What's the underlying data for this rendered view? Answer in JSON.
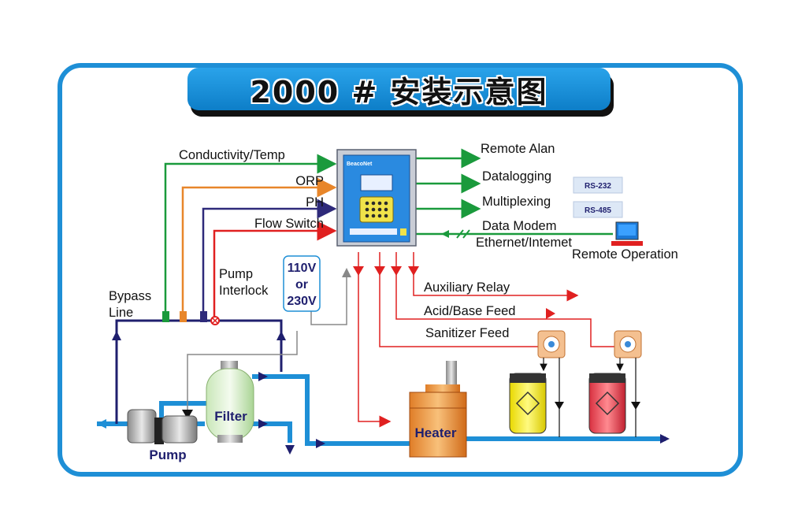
{
  "title": "2000 # 安装示意图",
  "inputs": {
    "conductivity": "Conductivity/Temp",
    "orp": "ORP",
    "ph": "PH",
    "flow_switch": "Flow Switch"
  },
  "outputs": {
    "remote_alarm": "Remote Alan",
    "datalogging": "Datalogging",
    "multiplexing": "Multiplexing",
    "data_modem": "Data Modem",
    "ethernet": "Ethernet/Intemet",
    "remote_operation": "Remote Operation"
  },
  "badges": {
    "rs232": "RS-232",
    "rs485": "RS-485"
  },
  "controller_brand": "BeacoNet",
  "pump_interlock": [
    "Pump",
    "Interlock"
  ],
  "voltage": [
    "110V",
    "or",
    "230V"
  ],
  "bypass": [
    "Bypass",
    "Line"
  ],
  "relays": {
    "auxiliary": "Auxiliary Relay",
    "acid_base": "Acid/Base Feed",
    "sanitizer": "Sanitizer Feed"
  },
  "equipment": {
    "filter": "Filter",
    "pump": "Pump",
    "heater": "Heater"
  },
  "colors": {
    "frame": "#1e8fd6",
    "green": "#1a9a3c",
    "orange": "#e8862a",
    "purple": "#2e2a7a",
    "red": "#e02020",
    "pipe": "#1e8fd6",
    "navy": "#1f1f6e"
  }
}
